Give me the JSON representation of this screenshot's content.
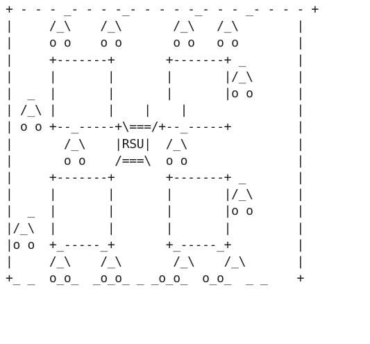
{
  "diagram": {
    "rsu_label": "RSU",
    "lines": [
      "+ - - - _- - - -_- - - - -_- - - _- - - - +",
      "|     /_\\    /_\\       /_\\   /_\\        |",
      "|     o o    o o       o o   o o        |",
      "|     +-------+       +-------+ _       |",
      "|     |       |       |       |/_\\      |",
      "|  _  |       |       |       |o o      |",
      "| /_\\ |       |    |    |               |",
      "| o o +--_-----+\\===/+--_-----+         |",
      "|       /_\\    |RSU|  /_\\               |",
      "|       o o    /===\\  o o               |",
      "|     +-------+       +-------+ _       |",
      "|     |       |       |       |/_\\      |",
      "|  _  |       |       |       |o o      |",
      "|/_\\  |       |       |       |         |",
      "|o o  +_-----_+       +_-----_+         |",
      "|     /_\\    /_\\       /_\\    /_\\       |",
      "+_ _  o_o_  _o_o_ _ _o_o_  o_o_  _ _    +"
    ]
  }
}
